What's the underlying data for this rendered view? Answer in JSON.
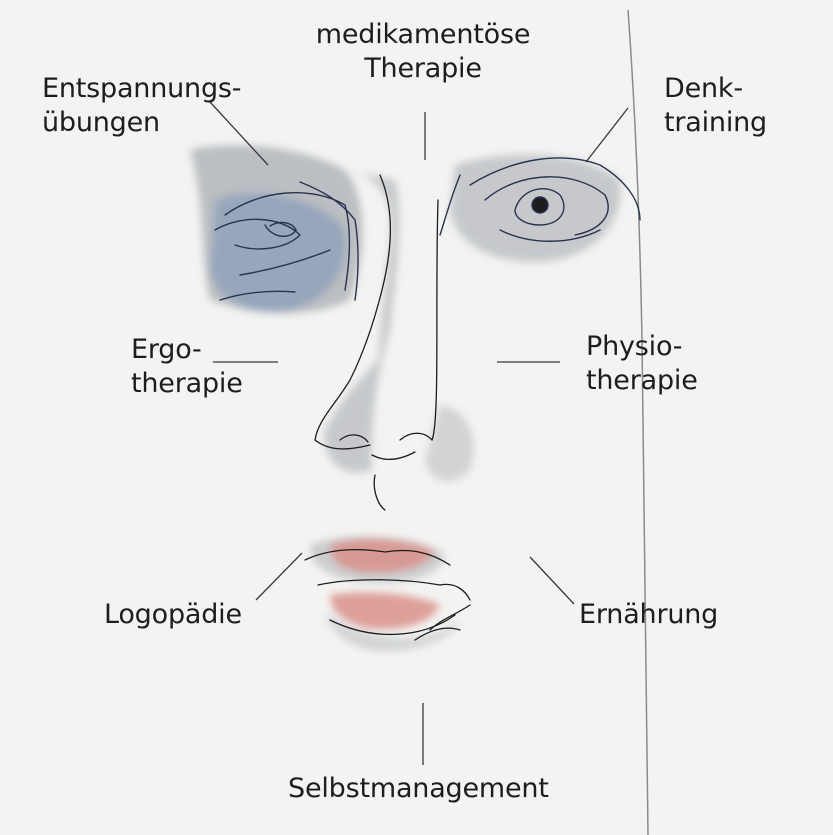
{
  "labels": {
    "medication_line1": "medikamentöse",
    "medication_line2": "Therapie",
    "relaxation_line1": "Entspannungs-",
    "relaxation_line2": "übungen",
    "cognitive_line1": "Denk-",
    "cognitive_line2": "training",
    "occupational_line1": "Ergo-",
    "occupational_line2": "therapie",
    "physio_line1": "Physio-",
    "physio_line2": "therapie",
    "speech": "Logopädie",
    "nutrition": "Ernährung",
    "self_management": "Selbstmanagement"
  },
  "colors": {
    "paper": "#f3f3f1",
    "ink": "#1d1d1d",
    "wash_gray": "#a9adb3",
    "wash_blue": "#6d84a8",
    "lip_pink": "#d9908a"
  }
}
